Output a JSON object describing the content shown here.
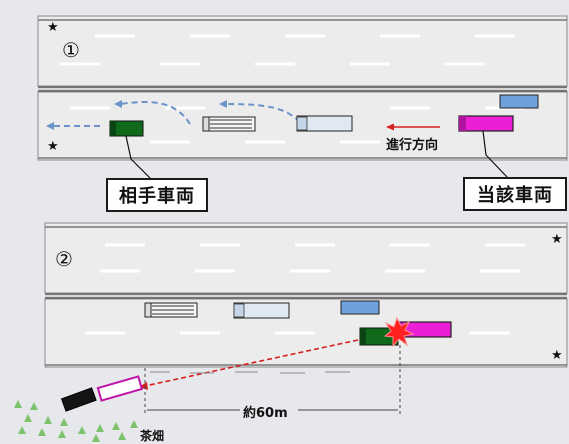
{
  "panel1": {
    "number": "①",
    "star_glyph": "★",
    "direction_label": "進行方向",
    "other_vehicle_label": "相手車両",
    "subject_vehicle_label": "当該車両"
  },
  "panel2": {
    "number": "②",
    "star_glyph": "★",
    "distance_label": "約60m",
    "field_label": "茶畑"
  },
  "colors": {
    "road": "#ececec",
    "background": "#e6e8ec",
    "subject_vehicle": "#ea1fd6",
    "other_vehicle": "#0f6a1c",
    "light_truck": "#dfe8f3",
    "blue_car": "#6fa0dc",
    "path_dashes": "#6a93c8",
    "direction_arrow": "#d62020",
    "trajectory": "#d62020",
    "impact": "#ff2020",
    "tea_field": "#7cc36b"
  }
}
